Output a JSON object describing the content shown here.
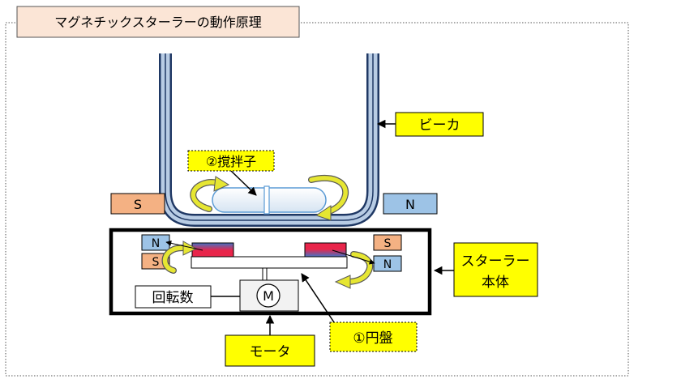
{
  "title": "マグネチックスターラーの動作原理",
  "labels": {
    "beaker": "ビーカ",
    "stir_bar": "②撹拌子",
    "stirrer_line1": "スターラー",
    "stirrer_line2": "本体",
    "disk": "①円盤",
    "motor": "モータ",
    "rpm": "回転数",
    "motor_symbol": "M"
  },
  "poles": {
    "bar_left": "S",
    "bar_right": "N",
    "disk_left_top": "N",
    "disk_left_bottom": "S",
    "disk_right_top": "S",
    "disk_right_bottom": "N"
  },
  "colors": {
    "beaker_wall": "#b8cce4",
    "beaker_outline": "#1f3864",
    "stirrer_border": "#000000",
    "north_pole": "#9dc3e6",
    "south_pole": "#f4b183",
    "magnet_red": "#e8254a",
    "magnet_blue": "#4472c4",
    "callout_yellow": "#ffff00",
    "rotation_arrow": "#e6e632",
    "title_bg": "#fbe5d6"
  }
}
